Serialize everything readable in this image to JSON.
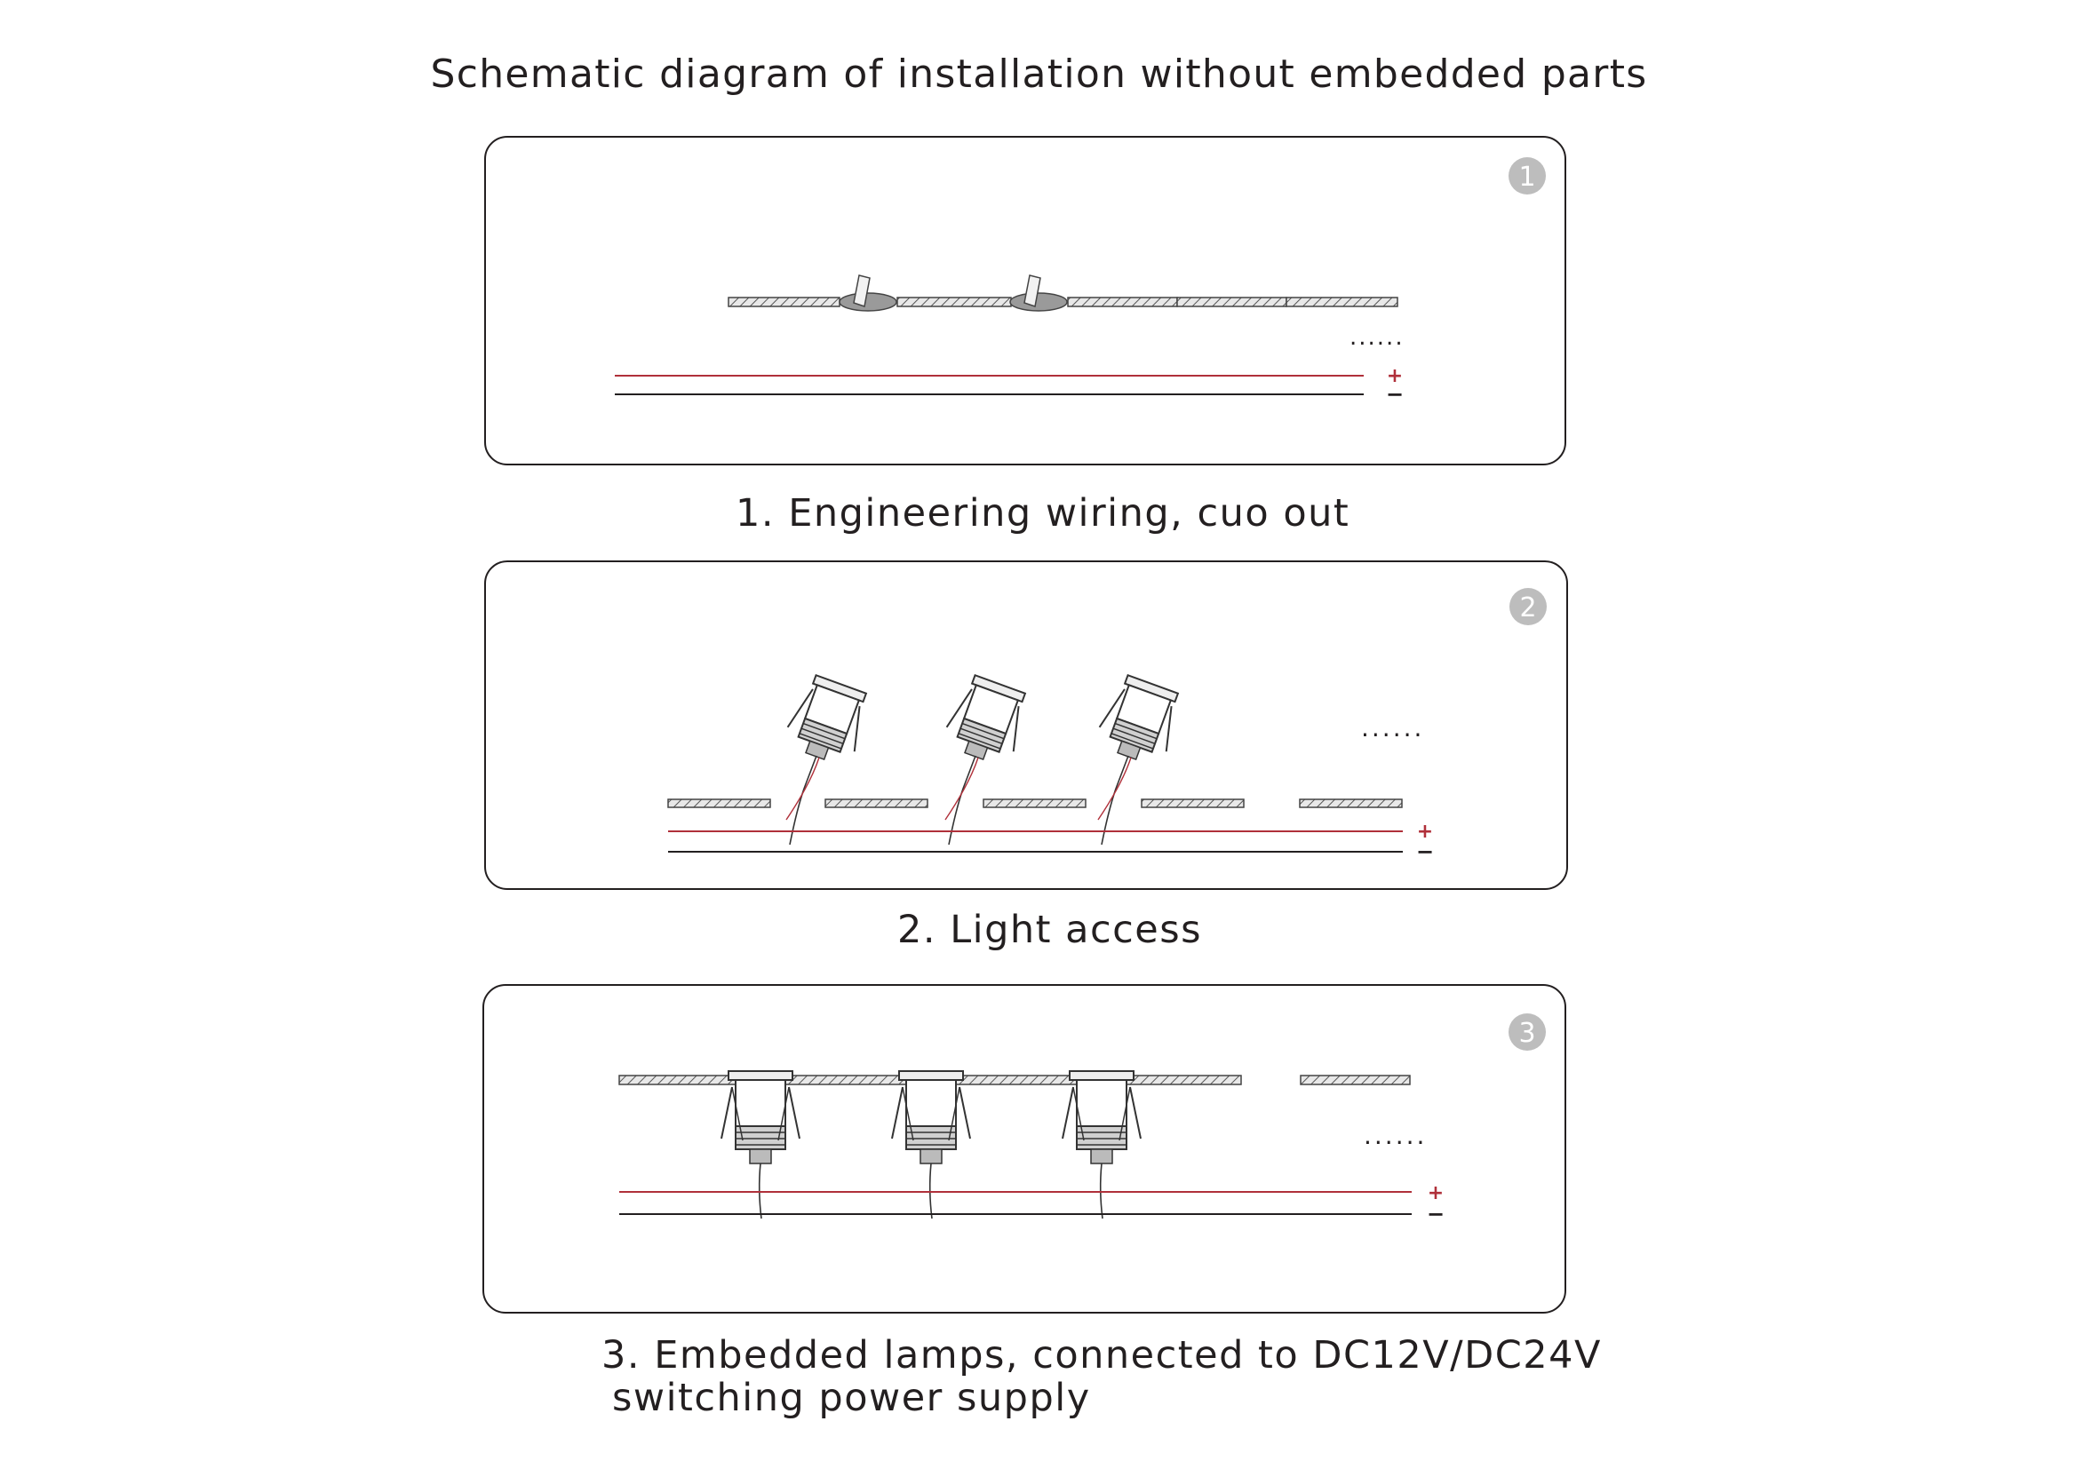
{
  "title": "Schematic diagram of installation without embedded parts",
  "steps": [
    {
      "number": "1",
      "caption": "1. Engineering wiring, cuo out",
      "ellipsis": "......",
      "plus": "+",
      "minus": "−"
    },
    {
      "number": "2",
      "caption": "2. Light access",
      "ellipsis": "......",
      "plus": "+",
      "minus": "−"
    },
    {
      "number": "3",
      "caption_line1": "3. Embedded lamps, connected to DC12V/DC24V",
      "caption_line2": "switching power supply",
      "ellipsis": "......",
      "plus": "+",
      "minus": "−"
    }
  ],
  "colors": {
    "positive_wire": "#b0303a",
    "negative_wire": "#231f20",
    "badge": "#bdbdbd",
    "board_fill": "#d9d9d9"
  }
}
